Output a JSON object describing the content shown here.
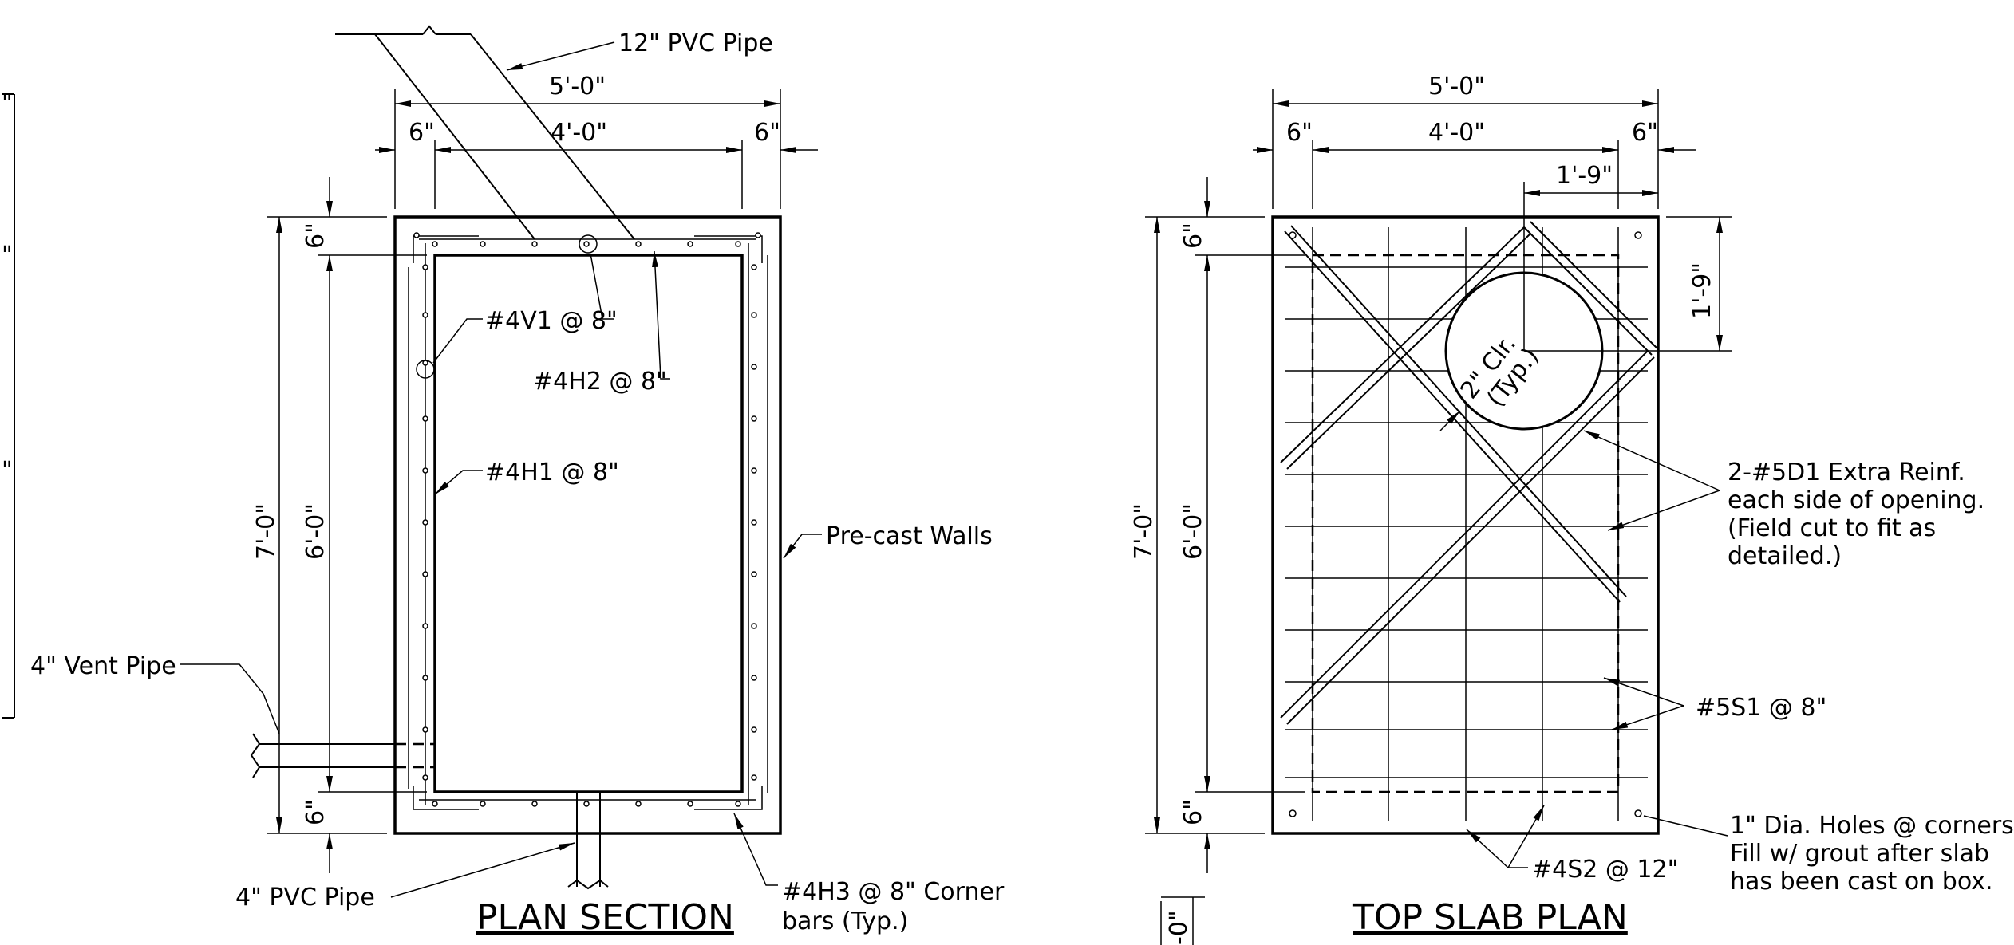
{
  "plan_section": {
    "title": "PLAN SECTION",
    "dim_overall_width": "5'-0\"",
    "dim_inner_width": "4'-0\"",
    "dim_wall_left": "6\"",
    "dim_wall_right": "6\"",
    "dim_overall_height": "7'-0\"",
    "dim_inner_height": "6'-0\"",
    "dim_wall_top": "6\"",
    "dim_wall_bottom": "6\"",
    "label_pvc_12": "12\" PVC Pipe",
    "label_v1": "#4V1 @ 8\"",
    "label_h2": "#4H2 @ 8\"",
    "label_h1": "#4H1 @ 8\"",
    "label_walls": "Pre-cast Walls",
    "label_vent": "4\" Vent Pipe",
    "label_pvc_4": "4\" PVC Pipe",
    "label_h3_line1": "#4H3 @ 8\" Corner",
    "label_h3_line2": "bars (Typ.)"
  },
  "top_slab": {
    "title": "TOP SLAB PLAN",
    "dim_overall_width": "5'-0\"",
    "dim_inner_width": "4'-0\"",
    "dim_wall_left": "6\"",
    "dim_wall_right": "6\"",
    "dim_opening_offset_x": "1'-9\"",
    "dim_opening_offset_y": "1'-9\"",
    "dim_overall_height": "7'-0\"",
    "dim_inner_height": "6'-0\"",
    "dim_wall_top": "6\"",
    "dim_wall_bottom": "6\"",
    "label_clear_1": "2\" Clr.",
    "label_clear_2": "(Typ.)",
    "label_d1_line1": "2-#5D1 Extra Reinf.",
    "label_d1_line2": "each side of opening.",
    "label_d1_line3": "(Field cut to fit as",
    "label_d1_line4": "detailed.)",
    "label_s1": "#5S1 @ 8\"",
    "label_s2": "#4S2 @ 12\"",
    "label_holes_line1": "1\" Dia. Holes @ corners.",
    "label_holes_line2": "Fill w/ grout after slab",
    "label_holes_line3": "has been cast on box."
  },
  "partial_left": {
    "label_partial": "\""
  },
  "partial_bottom": {
    "label_partial": "-0\""
  }
}
